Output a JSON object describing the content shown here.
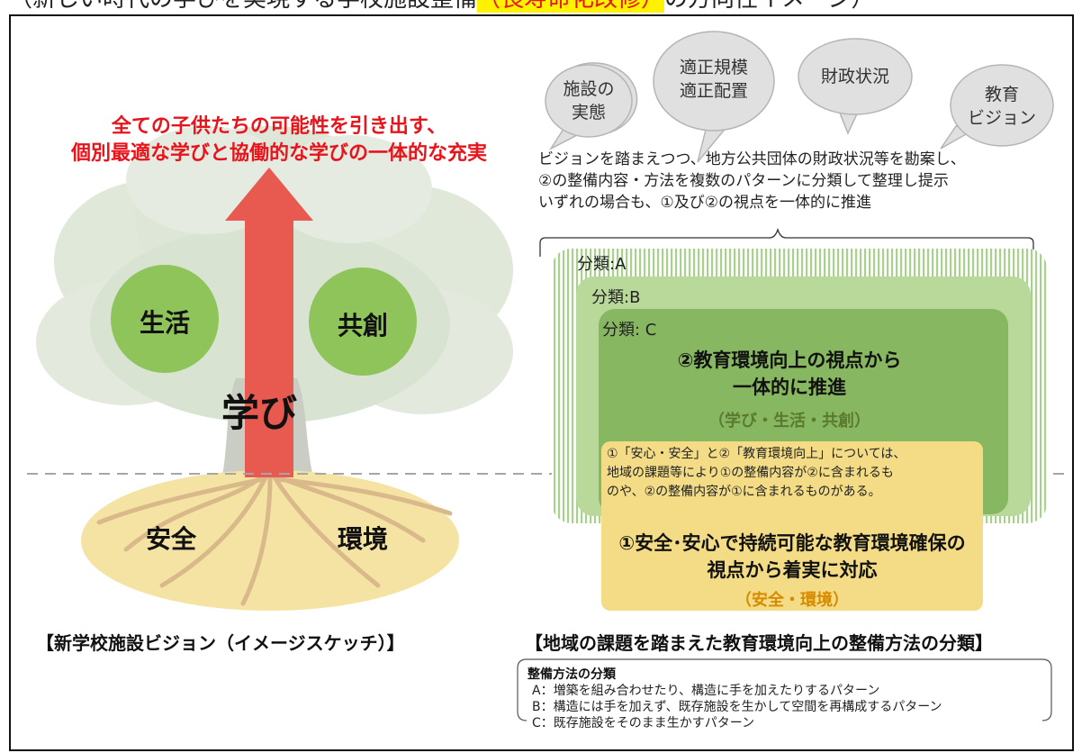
{
  "colors": {
    "accent_red": "#e8141c",
    "highlight_yellow": "#fff200",
    "green_light": "#b9d99a",
    "green_mid": "#9cc981",
    "green_dark": "#87b760",
    "yellow": "#f3dc85"
  },
  "header": {
    "title_prefix": "（新しい時代の学びを実現する学校施設整備",
    "title_highlight": "（長寿命化改修）",
    "title_suffix": "の方向性イメージ）"
  },
  "left_panel": {
    "headline_line1": "全ての子供たちの可能性を引き出す、",
    "headline_line2": "個別最適な学びと協働的な学びの一体的な充実",
    "circles": {
      "seikatsu": "生活",
      "kyoso": "共創"
    },
    "trunk_label": "学び",
    "roots": {
      "anzen": "安全",
      "kankyo": "環境"
    },
    "caption": "【新学校施設ビジョン（イメージスケッチ）】"
  },
  "right_panel": {
    "bubbles": {
      "shisetsu_line1": "施設の",
      "shisetsu_line2": "実態",
      "kibo_line1": "適正規模",
      "kibo_line2": "適正配置",
      "zaisei": "財政状況",
      "vision_line1": "教育",
      "vision_line2": "ビジョン"
    },
    "description": [
      "ビジョンを踏まえつつ、地方公共団体の財政状況等を勘案し、",
      "②の整備内容・方法を複数のパターンに分類して整理し提示",
      "いずれの場合も、①及び②の視点を一体的に推進"
    ],
    "classes": {
      "a": "分類:A",
      "b": "分類:B",
      "c": "分類: C"
    },
    "edu_env": {
      "line1": "②教育環境向上の視点から",
      "line2": "一体的に推進",
      "sub": "（学び・生活・共創）"
    },
    "note": [
      "①「安心・安全」と②「教育環境向上」については、",
      "地域の課題等により①の整備内容が②に含まれるも",
      "のや、②の整備内容が①に含まれるものがある。"
    ],
    "safety": {
      "line1": "①安全･安心で持続可能な教育環境確保の",
      "line2": "視点から着実に対応",
      "sub": "（安全・環境）"
    },
    "caption": "【地域の課題を踏まえた教育環境向上の整備方法の分類】"
  },
  "legend": {
    "title": "整備方法の分類",
    "items": [
      "A：増築を組み合わせたり、構造に手を加えたりするパターン",
      "B：構造には手を加えず、既存施設を生かして空間を再構成するパターン",
      "C：既存施設をそのまま生かすパターン"
    ]
  }
}
